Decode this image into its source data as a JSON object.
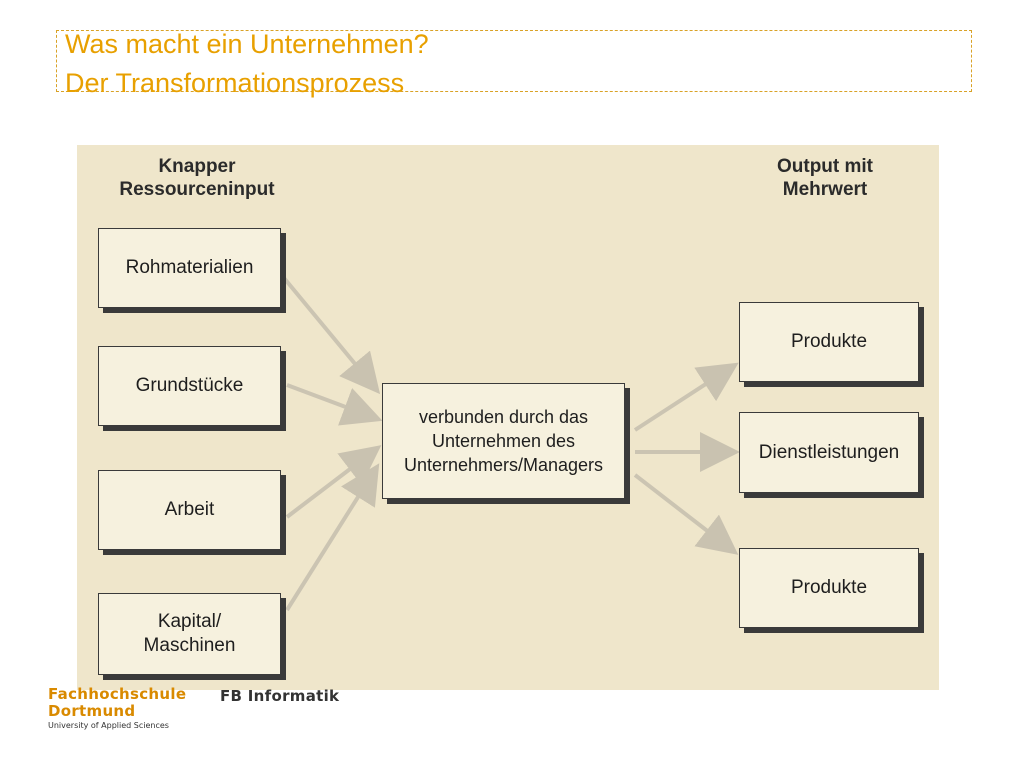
{
  "slide": {
    "title_line1": "Was macht ein Unternehmen?",
    "title_line2": "Der Transformationsprozess",
    "accent_color": "#e8a000"
  },
  "diagram": {
    "input_header": "Knapper Ressourceninput",
    "output_header": "Output mit Mehrwert",
    "inputs": [
      "Rohmaterialien",
      "Grundstücke",
      "Arbeit",
      "Kapital/ Maschinen"
    ],
    "center": "verbunden durch das Unternehmen des Unternehmers/Managers",
    "outputs": [
      "Produkte",
      "Dienstleistungen",
      "Produkte"
    ]
  },
  "footer": {
    "school_line1": "Fachhochschule",
    "school_line2": "Dortmund",
    "school_line3": "University of Applied Sciences",
    "department": "FB Informatik"
  }
}
